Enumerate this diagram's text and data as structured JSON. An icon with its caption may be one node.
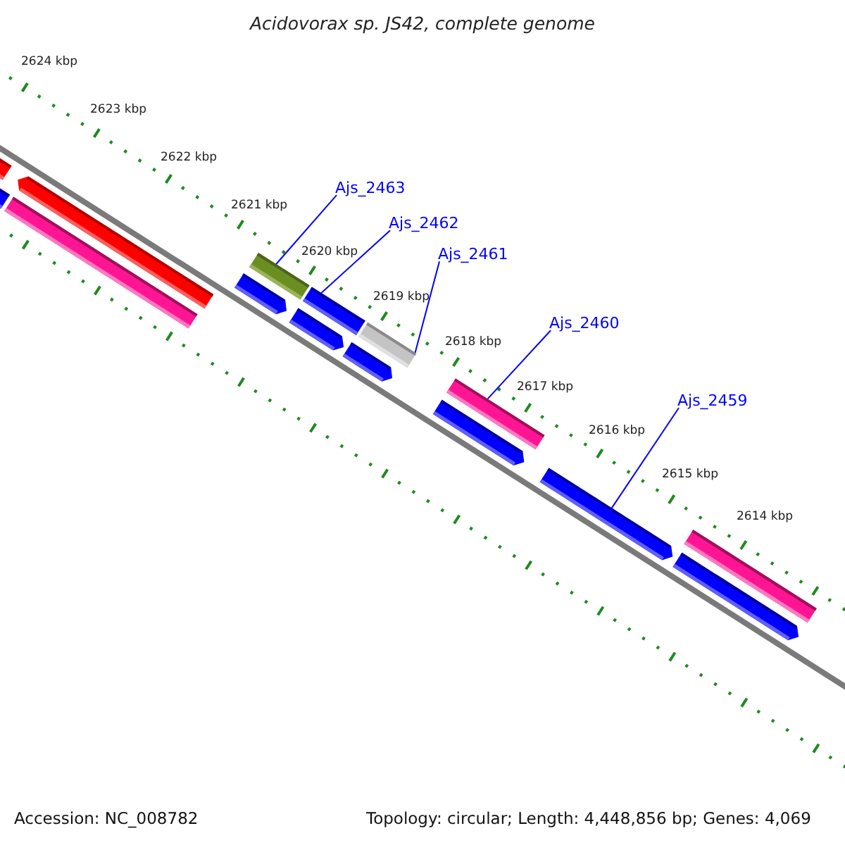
{
  "diagram": {
    "title": "Acidovorax sp. JS42, complete genome",
    "nodes": [
      {
        "text": [
          "Ajs_2463"
        ]
      },
      {
        "text": [
          "Ajs_2462"
        ]
      },
      {
        "text": [
          "Ajs_2461"
        ]
      },
      {
        "text": [
          "Ajs_2460"
        ]
      },
      {
        "text": [
          "Ajs_2459"
        ]
      },
      {
        "text": [],
        "shape": "bar"
      },
      {
        "text": [],
        "shape": "bar"
      },
      {
        "text": [],
        "shape": "bar"
      },
      {
        "text": [],
        "shape": "bar"
      },
      {
        "text": [],
        "shape": "bar"
      },
      {
        "text": [],
        "shape": "bar"
      },
      {
        "text": [],
        "shape": "bar"
      },
      {
        "text": [],
        "shape": "bar"
      },
      {
        "text": [],
        "shape": "bar"
      },
      {
        "text": [],
        "shape": "bar"
      },
      {
        "text": [],
        "shape": "bar"
      },
      {
        "text": [],
        "shape": "bar"
      },
      {
        "text": [],
        "shape": "bar"
      },
      {
        "text": [],
        "shape": "bar"
      },
      {
        "text": [],
        "shape": "bar"
      }
    ],
    "edges": [
      {
        "from": 0,
        "to": 10,
        "arrow": "none"
      },
      {
        "from": 1,
        "to": 11,
        "arrow": "none"
      },
      {
        "from": 2,
        "to": 14,
        "arrow": "none"
      },
      {
        "from": 3,
        "to": 15,
        "arrow": "none"
      },
      {
        "from": 4,
        "to": 17,
        "arrow": "none"
      }
    ],
    "labels": [
      "2624 kbp",
      "2623 kbp",
      "2622 kbp",
      "2621 kbp",
      "2620 kbp",
      "2619 kbp",
      "2618 kbp",
      "2617 kbp",
      "2616 kbp",
      "2615 kbp",
      "2614 kbp",
      "Accession: NC_008782",
      "Topology: circular; Length: 4,448,856 bp; Genes: 4,069"
    ]
  }
}
